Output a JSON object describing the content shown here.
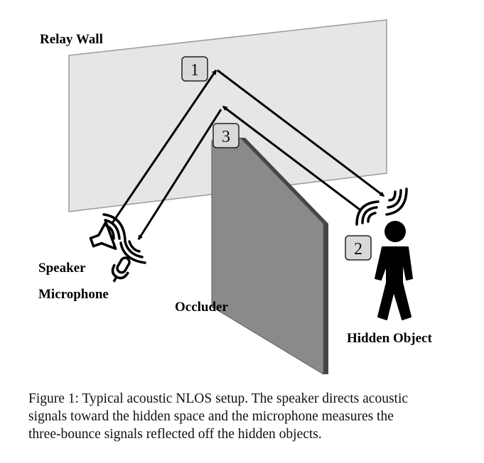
{
  "figure": {
    "labels": {
      "relay_wall": "Relay Wall",
      "speaker": "Speaker",
      "microphone": "Microphone",
      "occluder": "Occluder",
      "hidden_object": "Hidden Object"
    },
    "bounce_markers": [
      "1",
      "2",
      "3"
    ],
    "colors": {
      "wall_fill": "#e6e6e6",
      "wall_stroke": "#999999",
      "occluder_face": "#888888",
      "occluder_edge": "#444444",
      "marker_fill": "#d9d9d9",
      "ink": "#000000"
    },
    "icons": [
      "speaker-icon",
      "microphone-icon",
      "sound-wave-icon",
      "person-icon"
    ]
  },
  "caption": {
    "lines": [
      "Figure 1: Typical acoustic NLOS setup. The speaker directs acoustic",
      "signals toward the hidden space and the microphone measures the",
      "three-bounce signals reflected off the hidden objects."
    ]
  }
}
